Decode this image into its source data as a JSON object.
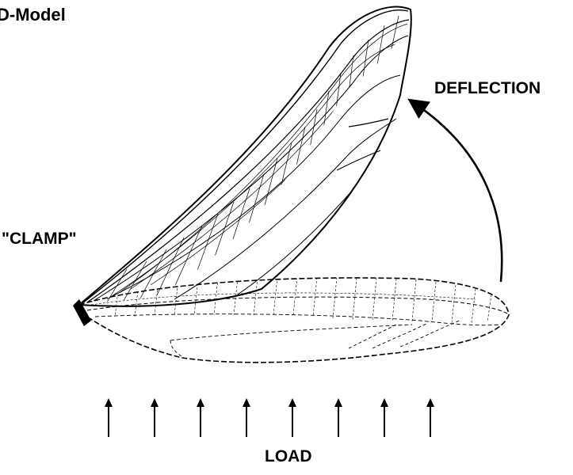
{
  "figure": {
    "title": "D-Model",
    "labels": {
      "deflection": "DEFLECTION",
      "clamp": "\"CLAMP\"",
      "load": "LOAD"
    },
    "load_arrow_count": 8
  }
}
